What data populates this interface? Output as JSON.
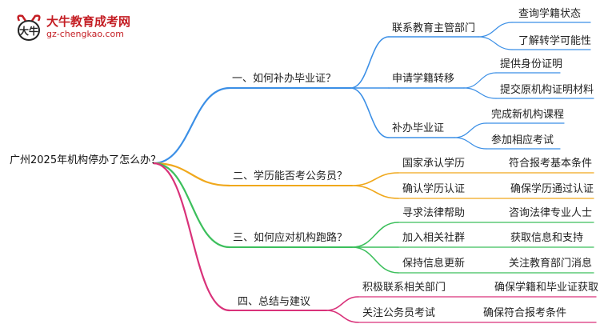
{
  "logo": {
    "title": "大牛教育成考网",
    "url": "gz-chengkao.com",
    "mark_text": "大牛"
  },
  "root": "广州2025年机构停办了怎么办？",
  "colors": {
    "blue": "#3b8fe6",
    "orange": "#f0a81c",
    "green": "#3cbf5c",
    "magenta": "#d9327a"
  },
  "branches": [
    {
      "label": "一、如何补办毕业证？",
      "children": [
        {
          "label": "联系教育主管部门",
          "leaves": [
            "查询学籍状态",
            "了解转学可能性"
          ]
        },
        {
          "label": "申请学籍转移",
          "leaves": [
            "提供身份证明",
            "提交原机构证明材料"
          ]
        },
        {
          "label": "补办毕业证",
          "leaves": [
            "完成新机构课程",
            "参加相应考试"
          ]
        }
      ]
    },
    {
      "label": "二、学历能否考公务员？",
      "children": [
        {
          "label": "国家承认学历",
          "leaves": [
            "符合报考基本条件"
          ]
        },
        {
          "label": "确认学历认证",
          "leaves": [
            "确保学历通过认证"
          ]
        }
      ]
    },
    {
      "label": "三、如何应对机构跑路？",
      "children": [
        {
          "label": "寻求法律帮助",
          "leaves": [
            "咨询法律专业人士"
          ]
        },
        {
          "label": "加入相关社群",
          "leaves": [
            "获取信息和支持"
          ]
        },
        {
          "label": "保持信息更新",
          "leaves": [
            "关注教育部门消息"
          ]
        }
      ]
    },
    {
      "label": "四、总结与建议",
      "children": [
        {
          "label": "积极联系相关部门",
          "leaves": [
            "确保学籍和毕业证获取"
          ]
        },
        {
          "label": "关注公务员考试",
          "leaves": [
            "确保符合报考条件"
          ]
        }
      ]
    }
  ]
}
